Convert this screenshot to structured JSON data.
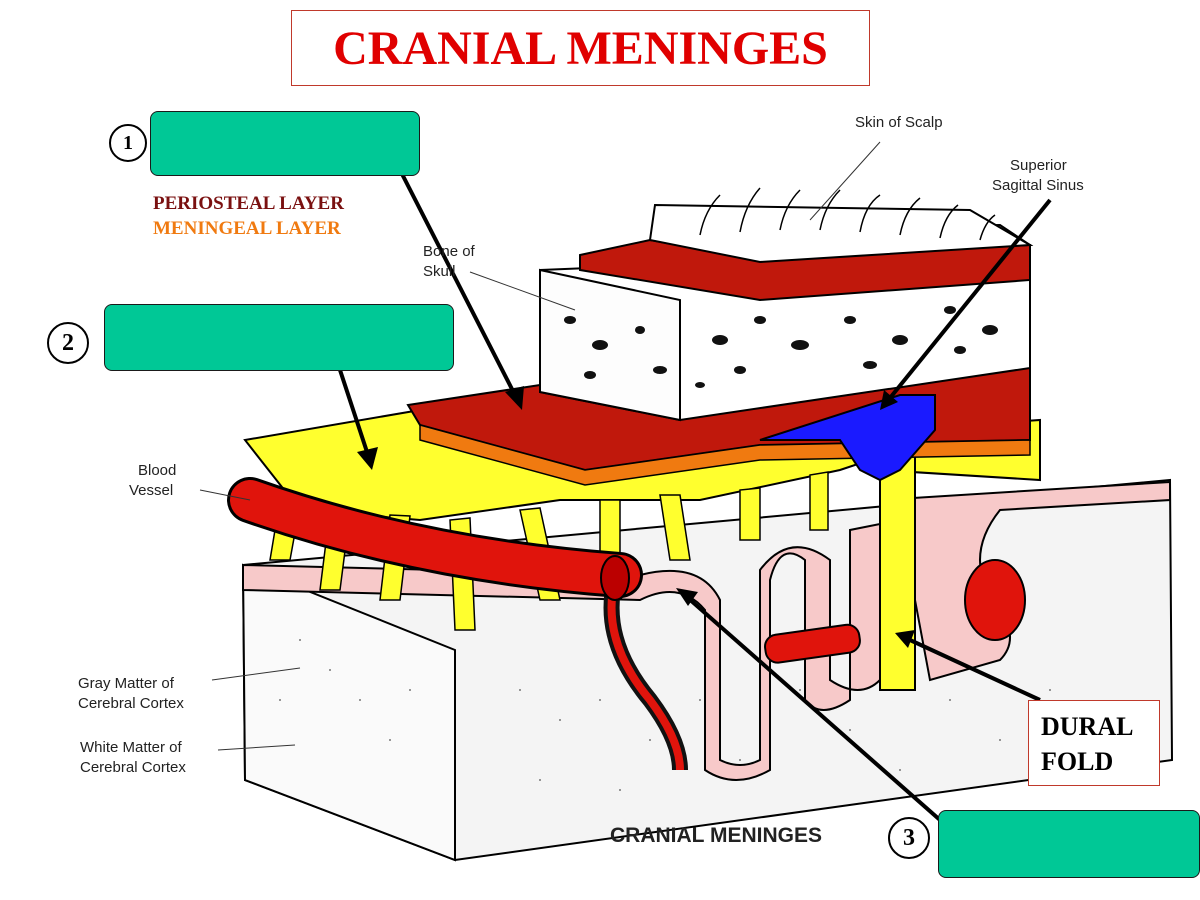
{
  "title": "CRANIAL MENINGES",
  "blanks": [
    {
      "number": "1",
      "answer": ""
    },
    {
      "number": "2",
      "answer": ""
    },
    {
      "number": "3",
      "answer": ""
    }
  ],
  "layers": {
    "periosteal": "PERIOSTEAL LAYER",
    "meningeal": "MENINGEAL LAYER"
  },
  "dural_fold": [
    "DURAL",
    "FOLD"
  ],
  "diagram_labels": {
    "skin": "Skin of Scalp",
    "sinus": [
      "Superior",
      "Sagittal Sinus"
    ],
    "bone": [
      "Bone of",
      "Skull"
    ],
    "vessel": [
      "Blood",
      "Vessel"
    ],
    "gray": [
      "Gray Matter of",
      "Cerebral Cortex"
    ],
    "white": [
      "White Matter of",
      "Cerebral Cortex"
    ],
    "caption": "CRANIAL MENINGES"
  },
  "colors": {
    "title": "#e00000",
    "answer_box": "#00c896",
    "periosteal": "#7a1010",
    "meningeal": "#f07a10",
    "dura": "#c0180c",
    "arachnoid": "#ffff2e",
    "pia": "#f7c9c9",
    "sinus": "#1a1aff"
  }
}
